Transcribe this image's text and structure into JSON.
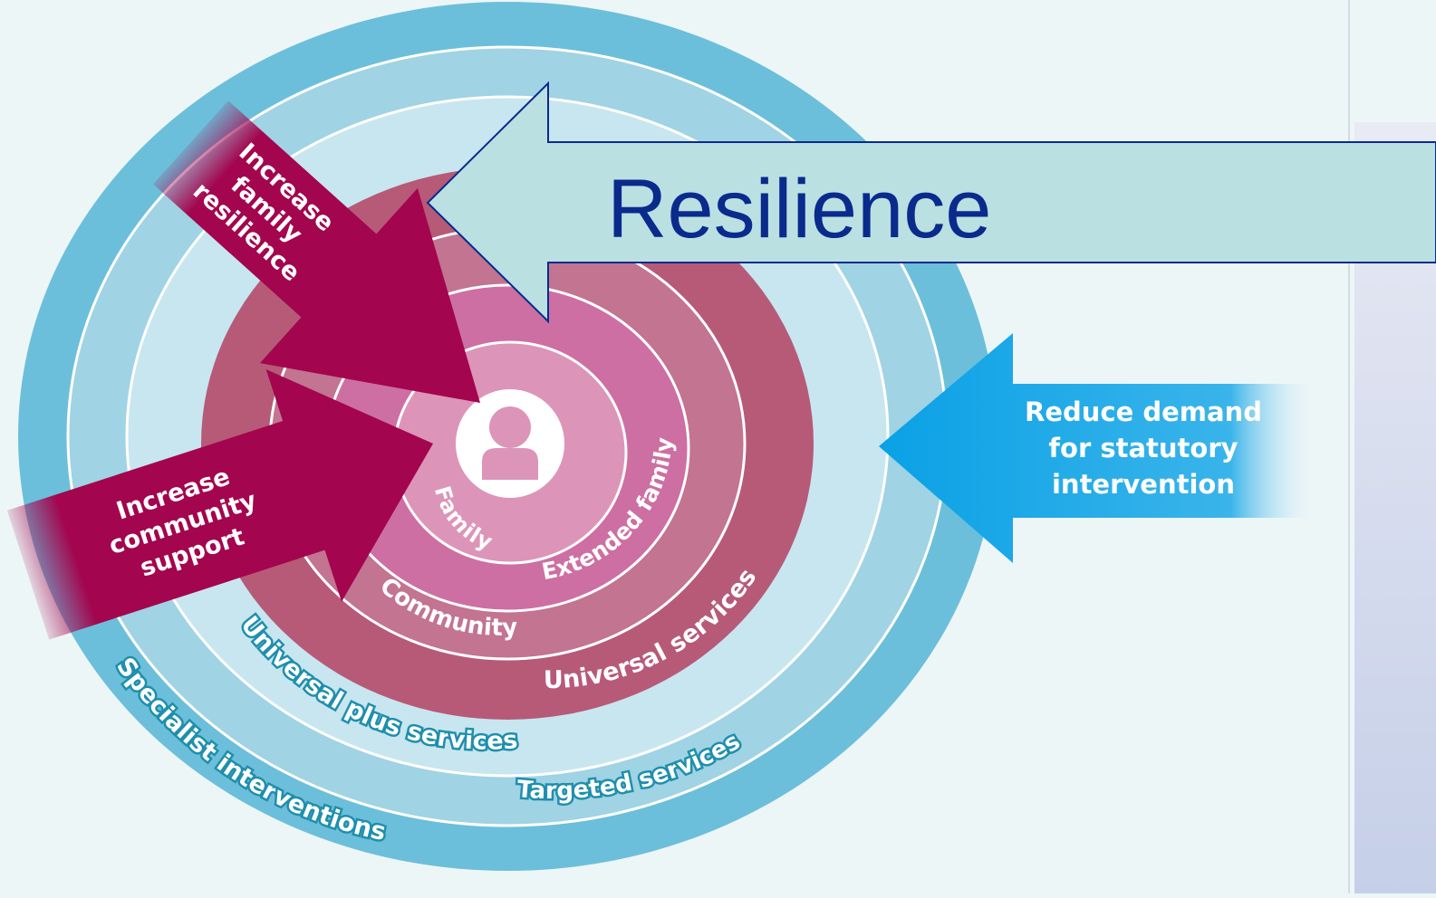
{
  "title": "Resilience",
  "rings": {
    "family": "Family",
    "extended_family": "Extended family",
    "community": "Community",
    "universal_services": "Universal services",
    "universal_plus_services": "Universal plus services",
    "targeted_services": "Targeted services",
    "specialist_interventions": "Specialist interventions"
  },
  "arrows": {
    "family_resilience": [
      "Increase",
      "family",
      "resilience"
    ],
    "community_support": [
      "Increase",
      "community",
      "support"
    ],
    "reduce_demand": [
      "Reduce demand",
      "for statutory",
      "intervention"
    ]
  },
  "colors": {
    "background": "#edf6f7",
    "outer_blue": "#6cbfda",
    "mid_blue": "#a0d3e4",
    "light_blue": "#c8e6ef",
    "crimson": "#b65a78",
    "mauve": "#c27490",
    "pink": "#cd6fa2",
    "light_pink": "#dc95b9",
    "magenta_arrow": "#a3054e",
    "blue_arrow": "#0aa1e6",
    "resilience_arrow": "#bae0e2",
    "title_text": "#0a2a8c",
    "ring_label_white": "#ffffff",
    "ring_label_blue": "#1e8fad"
  },
  "icons": [
    "person-icon"
  ]
}
